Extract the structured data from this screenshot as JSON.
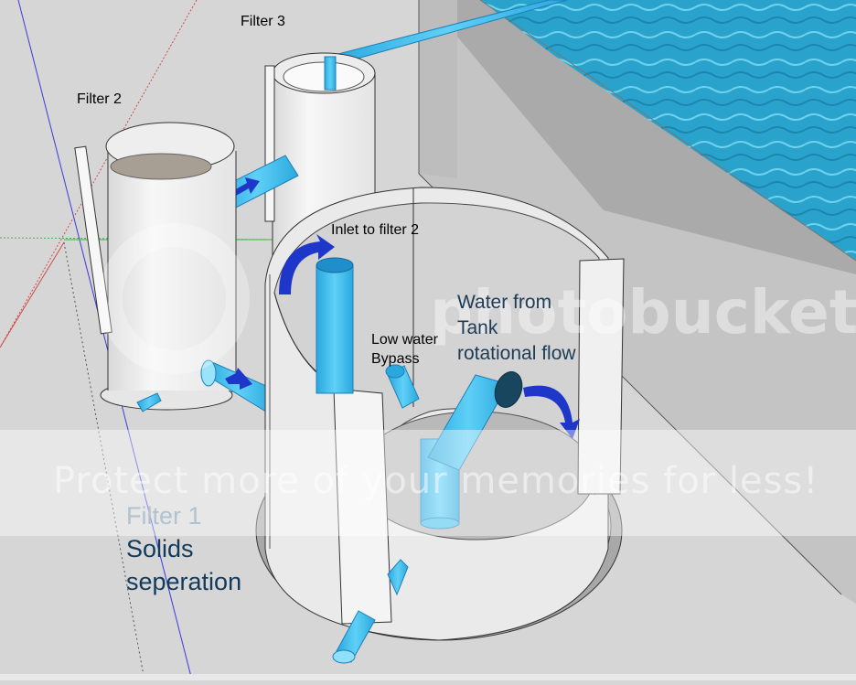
{
  "labels": {
    "filter3": "Filter 3",
    "filter2": "Filter 2",
    "inlet_filter2": "Inlet to filter 2",
    "low_water_line1": "Low water",
    "low_water_line2": "Bypass",
    "water_line1": "Water from",
    "water_line2": "Tank",
    "water_line3": "rotational flow",
    "filter1_line1": "Filter 1",
    "filter1_line2": "Solids",
    "filter1_line3": "seperation"
  },
  "watermark": {
    "text": "Protect more of your memories for less!",
    "logo": "photobucket"
  },
  "colors": {
    "pipe": "#3fbfef",
    "pipe_dark": "#1e7fb8",
    "arrow": "#1f37c8",
    "pool": "#2fa6cf",
    "pvc": "#f3f3f3",
    "ground": "#d6d6d6"
  },
  "icons": {
    "flow_arrow": "curved-arrow-icon",
    "direction_arrow": "arrow-icon"
  }
}
